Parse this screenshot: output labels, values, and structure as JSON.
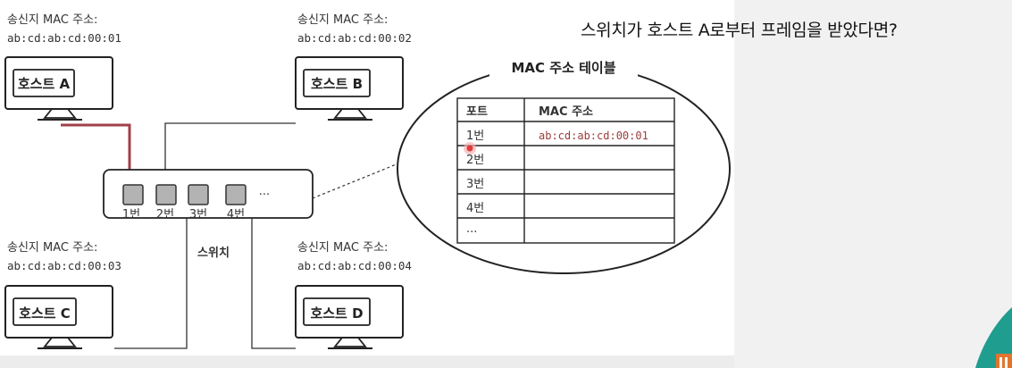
{
  "heading": "스위치가 호스트 A로부터 프레임을 받았다면?",
  "hosts": [
    {
      "name": "호스트 A",
      "sender_label": "송신지 MAC 주소:",
      "mac": "ab:cd:ab:cd:00:01"
    },
    {
      "name": "호스트 B",
      "sender_label": "송신지 MAC 주소:",
      "mac": "ab:cd:ab:cd:00:02"
    },
    {
      "name": "호스트 C",
      "sender_label": "송신지 MAC 주소:",
      "mac": "ab:cd:ab:cd:00:03"
    },
    {
      "name": "호스트 D",
      "sender_label": "송신지 MAC 주소:",
      "mac": "ab:cd:ab:cd:00:04"
    }
  ],
  "switch": {
    "label": "스위치",
    "ports": [
      "1번",
      "2번",
      "3번",
      "4번"
    ],
    "more": "···"
  },
  "mac_table": {
    "title": "MAC 주소 테이블",
    "headers": [
      "포트",
      "MAC 주소"
    ],
    "rows": [
      [
        "1번",
        "ab:cd:ab:cd:00:01"
      ],
      [
        "2번",
        ""
      ],
      [
        "3번",
        ""
      ],
      [
        "4번",
        ""
      ],
      [
        "···",
        ""
      ]
    ]
  },
  "colors": {
    "frame_path": "#a0414a",
    "learned_mac": "#9c3b3b",
    "cursor": "#e23b3b"
  }
}
